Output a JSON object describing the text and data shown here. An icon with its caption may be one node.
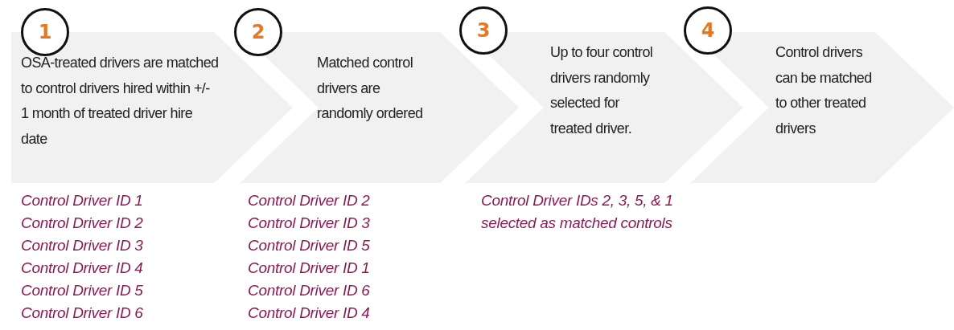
{
  "diagram": {
    "nodes": [
      {
        "text": [
          "1",
          "OSA-treated drivers are matched to control drivers hired within +/- 1 month of treated driver hire date"
        ],
        "beside": [
          "Control Driver ID 1",
          "Control Driver ID 2",
          "Control Driver ID 3",
          "Control Driver ID 4",
          "Control Driver ID 5",
          "Control Driver ID 6"
        ]
      },
      {
        "text": [
          "2",
          "Matched control drivers are randomly ordered"
        ],
        "beside": [
          "Control Driver ID 2",
          "Control Driver ID 3",
          "Control Driver ID 5",
          "Control Driver ID 1",
          "Control Driver ID 6",
          "Control Driver ID 4"
        ]
      },
      {
        "text": [
          "3",
          "Up to four control drivers randomly selected for treated driver."
        ],
        "beside": [
          "Control Driver IDs 2, 3, 5, & 1 selected as matched controls"
        ]
      },
      {
        "text": [
          "4",
          "Control drivers can be matched to other treated drivers"
        ]
      }
    ]
  }
}
